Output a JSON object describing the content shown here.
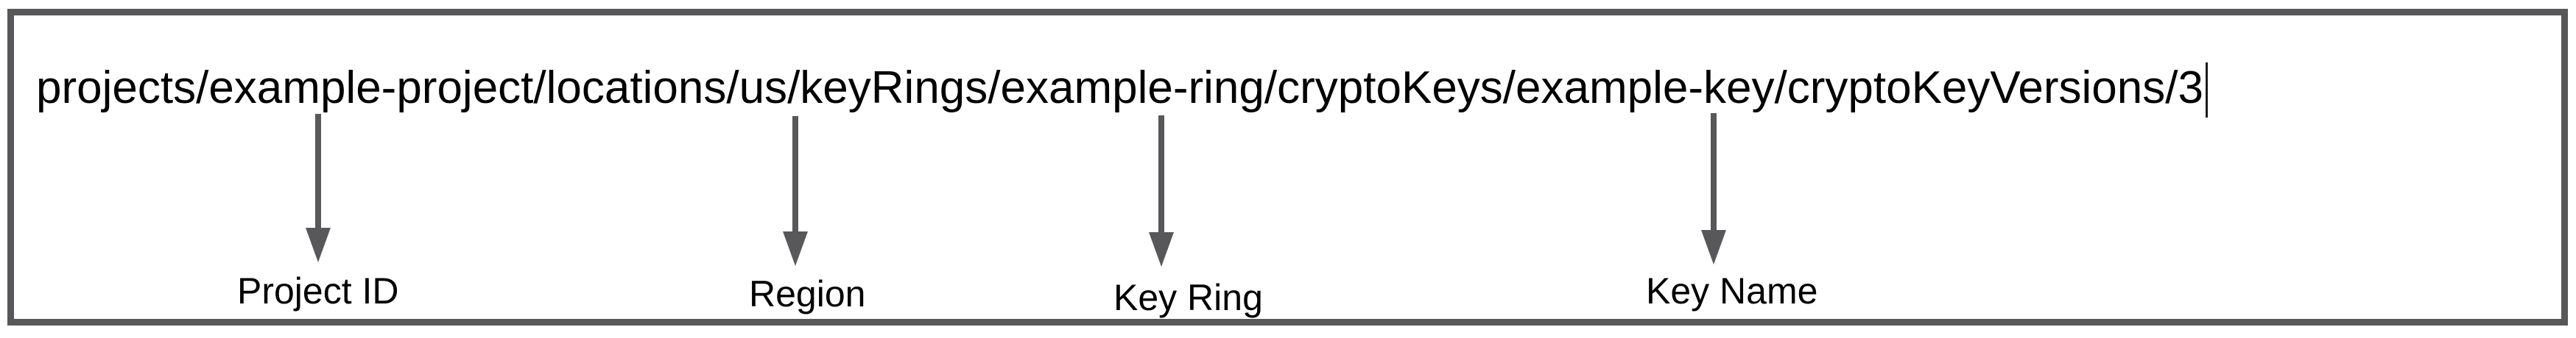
{
  "resource_path": {
    "full": "projects/example-project/locations/us/keyRings/example-ring/cryptoKeys/example-key/cryptoKeyVersions/3",
    "segments": [
      {
        "text": "projects/"
      },
      {
        "text": "example-project"
      },
      {
        "text": "/locations/"
      },
      {
        "text": "us"
      },
      {
        "text": "/keyRings/"
      },
      {
        "text": "example-ring"
      },
      {
        "text": "/cryptoKeys/"
      },
      {
        "text": "example-key"
      },
      {
        "text": "/cryptoKeyVersions/"
      },
      {
        "text": "3"
      }
    ]
  },
  "annotations": [
    {
      "label": "Project ID",
      "points_to": "example-project"
    },
    {
      "label": "Region",
      "points_to": "us"
    },
    {
      "label": "Key Ring",
      "points_to": "example-ring"
    },
    {
      "label": "Key Name",
      "points_to": "example-key"
    }
  ],
  "colors": {
    "text": "#000000",
    "arrow": "#58585a",
    "box_border": "#58585a",
    "background": "#ffffff"
  }
}
